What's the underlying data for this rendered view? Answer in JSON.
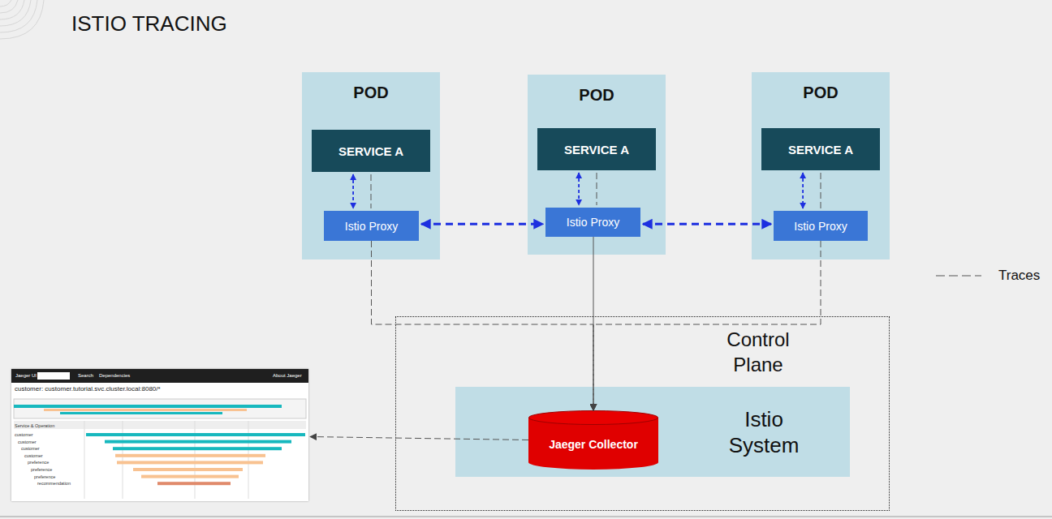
{
  "diagram": {
    "title": "ISTIO TRACING",
    "nodes": [
      {
        "text": [
          "POD"
        ]
      },
      {
        "text": [
          "SERVICE A"
        ],
        "in": 0
      },
      {
        "text": [
          "Istio Proxy"
        ],
        "in": 0
      },
      {
        "text": [
          "POD"
        ]
      },
      {
        "text": [
          "SERVICE A"
        ],
        "in": 3
      },
      {
        "text": [
          "Istio Proxy"
        ],
        "in": 3
      },
      {
        "text": [
          "POD"
        ]
      },
      {
        "text": [
          "SERVICE A"
        ],
        "in": 6
      },
      {
        "text": [
          "Istio Proxy"
        ],
        "in": 6
      },
      {
        "text": [
          "Control Plane"
        ]
      },
      {
        "text": [
          "Istio System"
        ],
        "in": 9
      },
      {
        "text": [
          "Jaeger Collector"
        ],
        "in": 10
      },
      {
        "text": [
          "Jaeger UI",
          "Search",
          "Dependencies",
          "About Jaeger",
          "customer: customer.tutorial.svc.cluster.local:8080/*",
          "Service & Operation",
          "customer",
          "customer",
          "customer",
          "customer",
          "preference",
          "preference",
          "preference",
          "recommendation"
        ]
      }
    ],
    "edges": [
      {
        "from": 1,
        "to": 2,
        "arrow": "both"
      },
      {
        "from": 1,
        "to": 2,
        "arrow": "none"
      },
      {
        "from": 4,
        "to": 5,
        "arrow": "both"
      },
      {
        "from": 4,
        "to": 5,
        "arrow": "none"
      },
      {
        "from": 7,
        "to": 8,
        "arrow": "both"
      },
      {
        "from": 7,
        "to": 8,
        "arrow": "none"
      },
      {
        "from": 2,
        "to": 5,
        "arrow": "both"
      },
      {
        "from": 5,
        "to": 8,
        "arrow": "both"
      },
      {
        "from": 2,
        "to": 11,
        "arrow": "to"
      },
      {
        "from": 5,
        "to": 11,
        "arrow": "to"
      },
      {
        "from": 8,
        "to": 11,
        "arrow": "to"
      },
      {
        "from": 11,
        "to": 12,
        "arrow": "to"
      }
    ],
    "legend": [
      {
        "text": "Traces"
      }
    ]
  }
}
